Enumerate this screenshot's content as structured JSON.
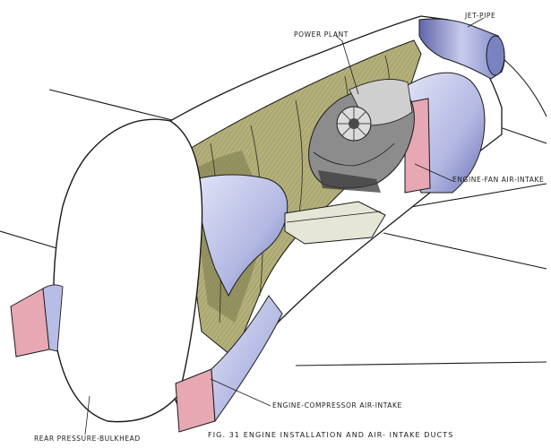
{
  "labels": {
    "power_plant": "POWER PLANT",
    "jet_pipe": "JET-PIPE",
    "engine_fan_air_intake": "ENGINE-FAN AIR-INTAKE",
    "engine_compressor_air_intake": "ENGINE-COMPRESSOR AIR-INTAKE",
    "rear_pressure_bulkhead": "REAR PRESSURE-BULKHEAD"
  },
  "caption": "FIG. 31 ENGINE INSTALLATION AND AIR- INTAKE DUCTS",
  "colors": {
    "duct_blue": "#b8bde6",
    "duct_blue_dark": "#6f76b8",
    "intake_pink": "#e7a7b3",
    "bay_olive": "#b4b07a",
    "bay_olive_dark": "#7c7a4c",
    "line": "#1a1a1a"
  }
}
